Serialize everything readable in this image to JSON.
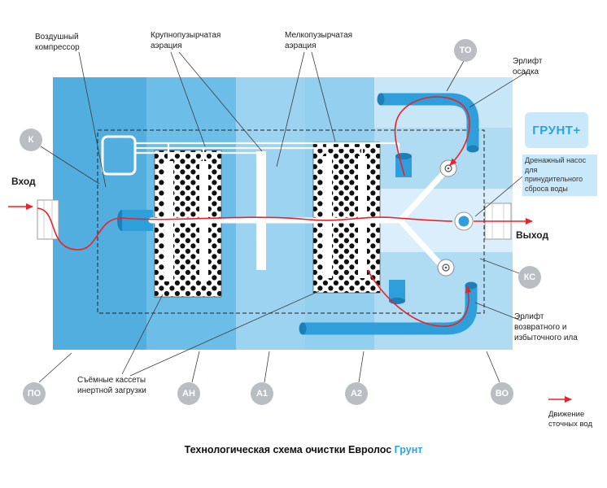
{
  "title": {
    "main": "Технологическая схема очистки Евролос",
    "brand": "Грунт"
  },
  "labels": {
    "air_compressor": "Воздушный компрессор",
    "coarse_aeration": "Крупнопузырчатая аэрация",
    "fine_aeration": "Мелкопузырчатая аэрация",
    "airlift_sludge": "Эрлифт осадка",
    "grunt_plus": "ГРУНТ+",
    "drain_pump": "Дренажный насос для принудительного сброса воды",
    "inlet": "Вход",
    "outlet": "Выход",
    "airlift_return": "Эрлифт возвратного и избыточного ила",
    "cassettes": "Съёмные кассеты инертной загрузки",
    "flow_legend": "Движение сточных вод"
  },
  "badges": [
    {
      "id": "compressor",
      "label": "К"
    },
    {
      "id": "to",
      "label": "ТО"
    },
    {
      "id": "ks",
      "label": "КС"
    },
    {
      "id": "po",
      "label": "ПО"
    },
    {
      "id": "an",
      "label": "АН"
    },
    {
      "id": "a1",
      "label": "А1"
    },
    {
      "id": "a2",
      "label": "А2"
    },
    {
      "id": "vo",
      "label": "ВО"
    }
  ],
  "colors": {
    "brand_blue": "#29A3E0",
    "flow_red": "#E8242B",
    "section_po": "#53AEE0",
    "section_an": "#6CBEE9",
    "section_a1": "#9CD3F1",
    "section_a2": "#93CFEF",
    "section_vo": "#AFDCF3",
    "pipe_blue": "#2E9FDB",
    "badge_gray": "#BABEC3"
  }
}
